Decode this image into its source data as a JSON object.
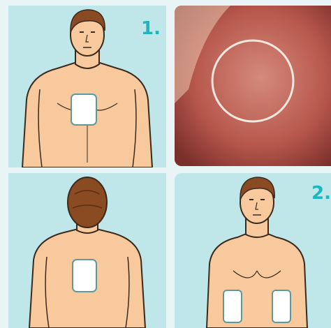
{
  "panels": [
    {
      "step_label": "1.",
      "description": "front-chest-pad-placement"
    },
    {
      "description": "skin-close-up-circled"
    },
    {
      "description": "back-pad-placement"
    },
    {
      "step_label": "2.",
      "description": "side-chest-pads-placement"
    }
  ],
  "colors": {
    "panel_bg": "#bfe6e8",
    "skin": "#f7c99c",
    "hair": "#8a4a22",
    "accent_number": "#1fb5be",
    "pad": "#ffffff"
  }
}
